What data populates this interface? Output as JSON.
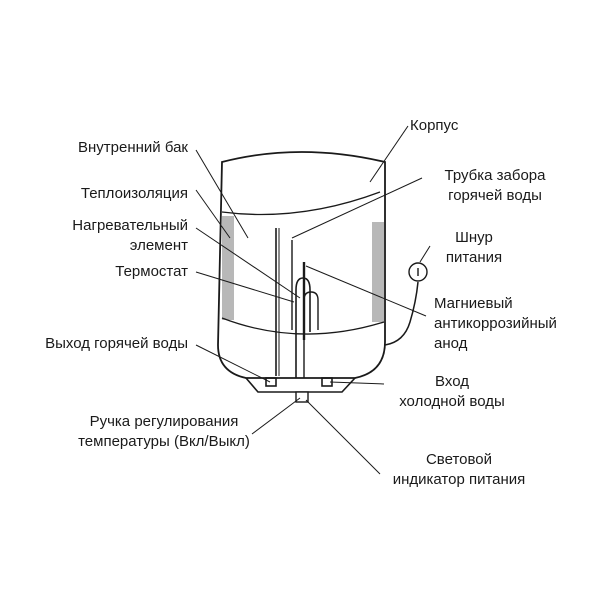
{
  "labels": {
    "housing": "Корпус",
    "inner_tank": "Внутренний бак",
    "insulation": "Теплоизоляция",
    "hot_pipe": [
      "Трубка забора",
      "горячей воды"
    ],
    "heater": [
      "Нагревательный",
      "элемент"
    ],
    "power_cord": [
      "Шнур",
      "питания"
    ],
    "thermostat": "Термостат",
    "anode": [
      "Магниевый",
      "антикоррозийный",
      "анод"
    ],
    "hot_outlet": "Выход горячей воды",
    "cold_inlet": [
      "Вход",
      "холодной воды"
    ],
    "knob": [
      "Ручка регулирования",
      "температуры (Вкл/Выкл)"
    ],
    "indicator": [
      "Световой",
      "индикатор питания"
    ]
  },
  "colors": {
    "stroke": "#1a1a1a",
    "insulation": "#b8b8b8",
    "background": "#ffffff"
  }
}
